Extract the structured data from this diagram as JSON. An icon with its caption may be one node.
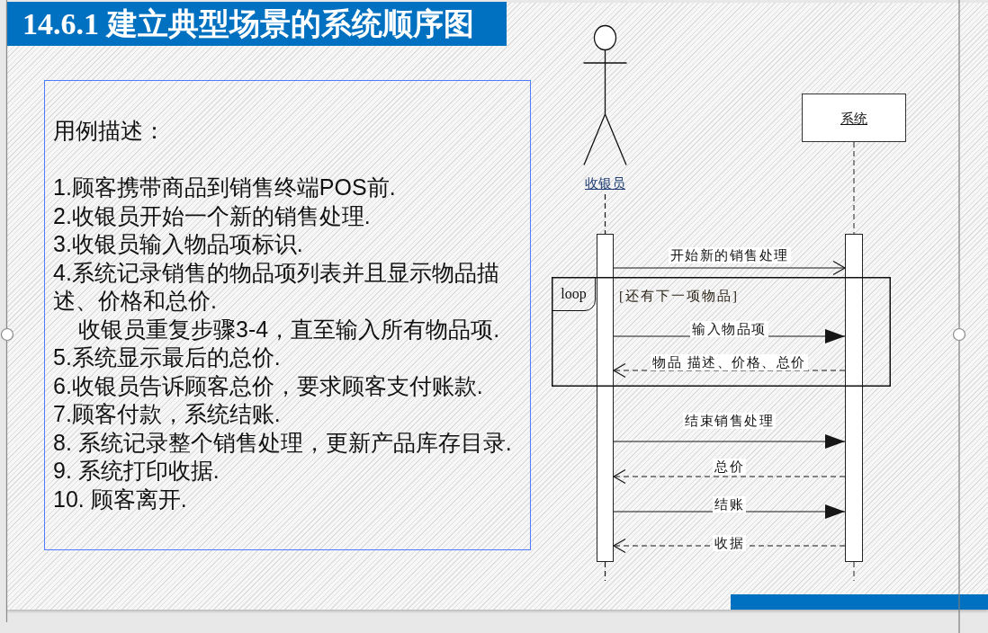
{
  "diagram": {
    "title": "14.6.1 建立典型场景的系统顺序图",
    "nodes": [
      {
        "text": [
          "用例描述：",
          "1.顾客携带商品到销售终端POS前.",
          "2.收银员开始一个新的销售处理.",
          "3.收银员输入物品项标识.",
          "4.系统记录销售的物品项列表并且显示物品描述、价格和总价.",
          "收银员重复步骤3-4，直至输入所有物品项.",
          "5.系统显示最后的总价.",
          "6.收银员告诉顾客总价，要求顾客支付账款.",
          "7.顾客付款，系统结账.",
          "8. 系统记录整个销售处理，更新产品库存目录.",
          "9. 系统打印收据.",
          "10. 顾客离开."
        ]
      },
      {
        "text": [
          "收银员"
        ]
      },
      {
        "text": [
          "系统"
        ]
      },
      {
        "text": [],
        "shape": "bar"
      },
      {
        "text": [],
        "shape": "bar"
      },
      {
        "text": [
          "loop"
        ]
      }
    ],
    "edges": [
      {
        "from": 1,
        "to": 3,
        "arrow": "none",
        "style": "dashed"
      },
      {
        "from": 2,
        "to": 4,
        "arrow": "none",
        "style": "dashed",
        "color": "#707070"
      },
      {
        "from": 3,
        "to": 4,
        "arrow": "to",
        "label": "开始新的销售处理"
      },
      {
        "from": 3,
        "to": 4,
        "arrow": "to",
        "label": "输入物品项"
      },
      {
        "from": 4,
        "to": 3,
        "arrow": "to",
        "label": "物品 描述、价格、总价",
        "style": "dashed"
      },
      {
        "from": 3,
        "to": 4,
        "arrow": "to",
        "label": "结束销售处理"
      },
      {
        "from": 4,
        "to": 3,
        "arrow": "to",
        "label": "总价",
        "style": "dashed"
      },
      {
        "from": 3,
        "to": 4,
        "arrow": "to",
        "label": "结账"
      },
      {
        "from": 4,
        "to": 3,
        "arrow": "to",
        "label": "收据",
        "style": "dashed"
      }
    ],
    "labels": [
      "[还有下一项物品]"
    ]
  }
}
